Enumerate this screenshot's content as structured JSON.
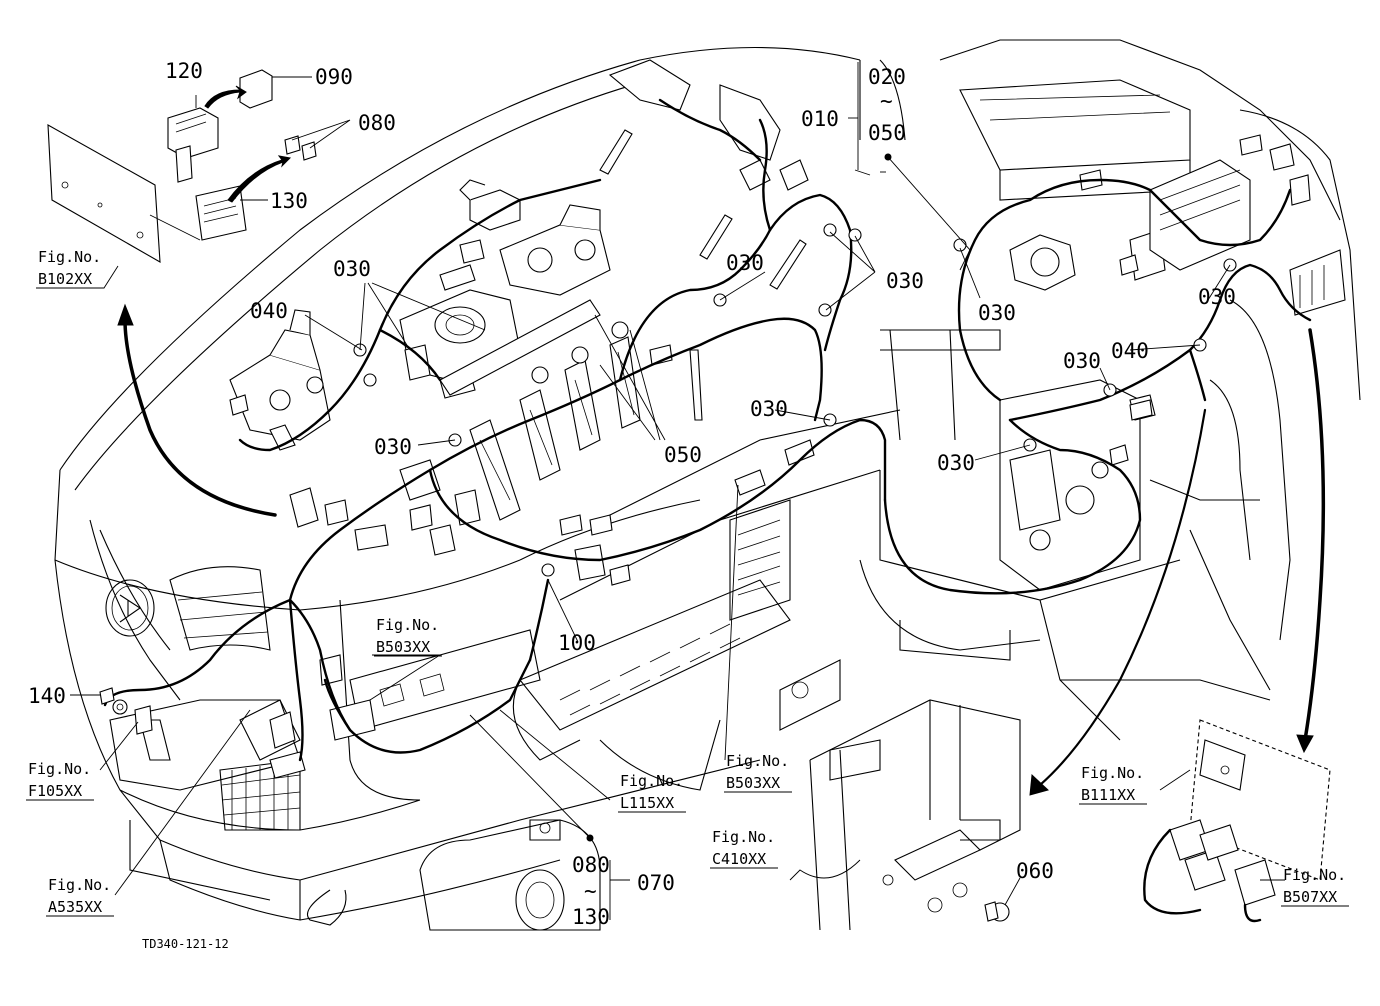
{
  "callouts": {
    "c120": "120",
    "c090": "090",
    "c080_top": "080",
    "c130_top": "130",
    "c010": "010",
    "c020": "020",
    "c020_tilde": "~",
    "c050_top": "050",
    "c030_a": "030",
    "c030_b": "030",
    "c030_c": "030",
    "c030_d": "030",
    "c030_e": "030",
    "c030_f": "030",
    "c030_g": "030",
    "c030_h": "030",
    "c030_i": "030",
    "c040_left": "040",
    "c040_right": "040",
    "c050_mid": "050",
    "c100": "100",
    "c140": "140",
    "c060": "060",
    "c070": "070",
    "c080_bot": "080",
    "c080_tilde": "~",
    "c130_bot": "130"
  },
  "figure_refs": {
    "b102": {
      "prefix": "Fig.No.",
      "code": "B102XX"
    },
    "b503_left": {
      "prefix": "Fig.No.",
      "code": "B503XX"
    },
    "f105": {
      "prefix": "Fig.No.",
      "code": "F105XX"
    },
    "a535": {
      "prefix": "Fig.No.",
      "code": "A535XX"
    },
    "l115": {
      "prefix": "Fig.No.",
      "code": "L115XX"
    },
    "b503_mid": {
      "prefix": "Fig.No.",
      "code": "B503XX"
    },
    "c410": {
      "prefix": "Fig.No.",
      "code": "C410XX"
    },
    "b111": {
      "prefix": "Fig.No.",
      "code": "B111XX"
    },
    "b507": {
      "prefix": "Fig.No.",
      "code": "B507XX"
    }
  },
  "drawing_id": "TD340-121-12",
  "icons": {
    "emblem": "kubota-emblem-icon"
  }
}
